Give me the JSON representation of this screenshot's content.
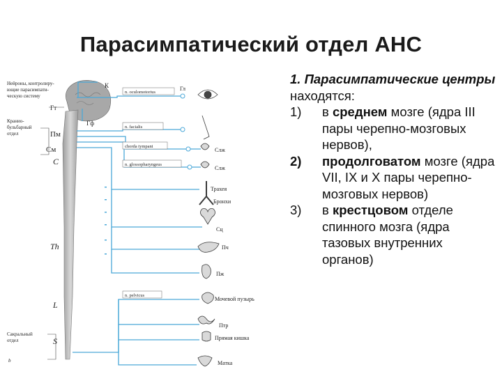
{
  "slide": {
    "title": "Парасимпатический отдел АНС"
  },
  "diagram": {
    "left_labels": {
      "neurons": [
        "Нейроны, контролиру-",
        "ющие парасимпати-",
        "ческую систему"
      ],
      "cranio": [
        "Кранио-",
        "бульбарный",
        "отдел"
      ],
      "sacral": [
        "Сакральный",
        "отдел"
      ],
      "k": "К",
      "gt": "Гт",
      "gf": "Гф",
      "pm": "Пм",
      "sm": "См",
      "c": "C",
      "th": "Th",
      "l": "L",
      "s": "S",
      "b": "b"
    },
    "nerves": [
      "n. oculomotorius",
      "n. facialis",
      "chorda tympani",
      "n. glossopharyngeus",
      "n. pelvicus"
    ],
    "organs": [
      "Гл",
      "Слж",
      "Слж",
      "Трахея",
      "Бронхи",
      "Сц",
      "Пч",
      "Пж",
      "Мочевой пузырь",
      "Птр",
      "Прямая кишка",
      "Матка"
    ]
  },
  "content": {
    "heading_num": "1.",
    "heading_bold": "Парасимпатические центры",
    "heading_rest": "находятся:",
    "items": [
      {
        "marker": "1)",
        "pre": "в ",
        "bold": "среднем",
        "post": " мозге (ядра III пары черепно-мозговых нервов),"
      },
      {
        "marker": "2)",
        "pre": "",
        "bold": "продолговатом",
        "post": " мозге (ядра VII, IX и X пары черепно-мозговых нервов)"
      },
      {
        "marker": "3)",
        "pre": "в ",
        "bold": "крестцовом",
        "post": " отделе спинного мозга (ядра тазовых внутренних органов)"
      }
    ]
  },
  "colors": {
    "nerve": "#4aa8d8",
    "cord": "#bdbdbd",
    "organ": "#3a3a3a"
  }
}
